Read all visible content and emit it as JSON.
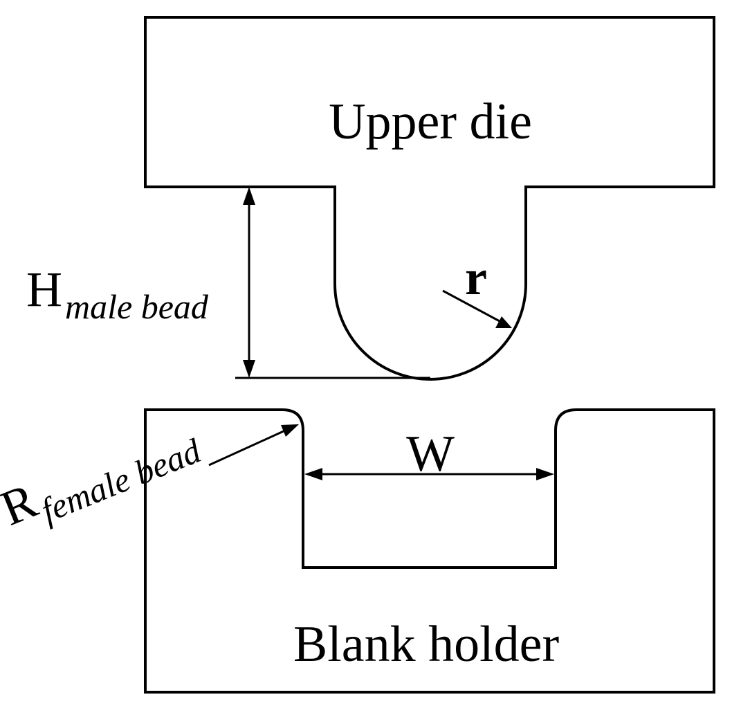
{
  "labels": {
    "upper_die": "Upper die",
    "blank_holder": "Blank holder",
    "r": "r",
    "w": "W",
    "h_main": "H",
    "h_sub": "male bead",
    "R_main": "R",
    "R_sub": "female bead"
  }
}
